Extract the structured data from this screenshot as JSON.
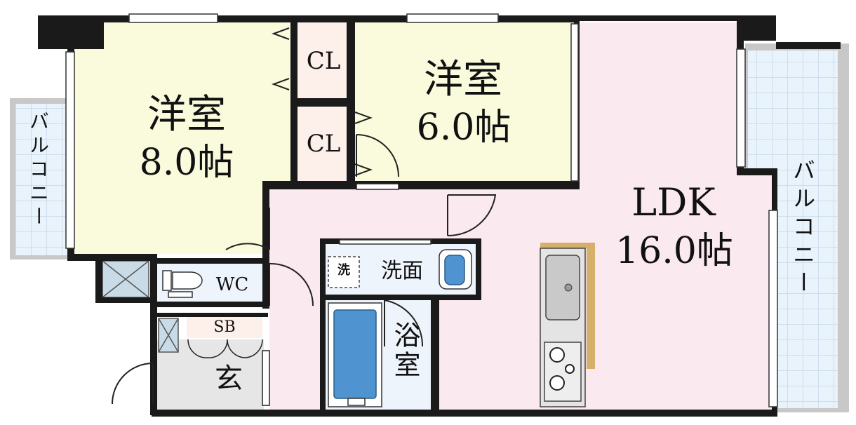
{
  "floorplan": {
    "rooms": {
      "western_room_large": {
        "name": "洋室",
        "size": "8.0帖"
      },
      "western_room_small": {
        "name": "洋室",
        "size": "6.0帖"
      },
      "ldk": {
        "name": "LDK",
        "size": "16.0帖"
      },
      "closet_upper": "CL",
      "closet_lower": "CL",
      "toilet": "WC",
      "shoe_box": "SB",
      "entrance": "玄",
      "washroom": "洗面",
      "washer": "洗",
      "bathroom": "浴室"
    },
    "balconies": {
      "left": "バルコニー",
      "right": "バルコニー"
    },
    "colors": {
      "wall": "#1a1a1a",
      "western_room": "#fafadc",
      "ldk_hall": "#fbe9f0",
      "closet": "#fdf0ea",
      "wet_area": "#eef4fb",
      "entrance": "#e6e6e6",
      "balcony": "#e8f2fa",
      "bathtub": "#4f93d0"
    }
  }
}
